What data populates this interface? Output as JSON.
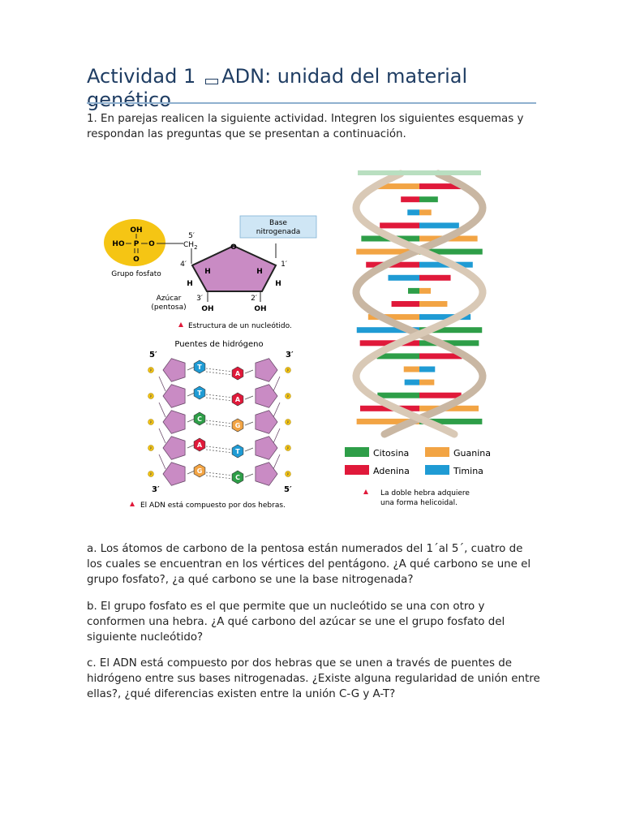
{
  "title": {
    "part1": "Actividad 1",
    "part2": "ADN: unidad del material genético"
  },
  "intro": "1. En parejas realicen la siguiente actividad. Integren los siguientes esquemas y respondan las preguntas que se presentan a continuación.",
  "nucleotide": {
    "oh_top": "OH",
    "ho": "HO",
    "p": "P",
    "o_bottom": "O",
    "o_right": "O",
    "c5": "5′",
    "ch2": "CH",
    "ch2_sub": "2",
    "ring_o": "O",
    "c4": "4′",
    "c1": "1′",
    "c3": "3′",
    "c2": "2′",
    "h": "H",
    "oh": "OH",
    "base_label": [
      "Base",
      "nitrogenada"
    ],
    "phosphate_label": "Grupo fosfato",
    "sugar_label": [
      "Azúcar",
      "(pentosa)"
    ],
    "caption": "Estructura de un nucleótido."
  },
  "strands": {
    "title": "Puentes de hidrógeno",
    "five_top": "5′",
    "three_top": "3′",
    "three_bottom": "3′",
    "five_bottom": "5′",
    "p": "P",
    "pairs": [
      {
        "left": "T",
        "right": "A"
      },
      {
        "left": "T",
        "right": "A"
      },
      {
        "left": "C",
        "right": "G"
      },
      {
        "left": "A",
        "right": "T"
      },
      {
        "left": "G",
        "right": "C"
      }
    ],
    "caption": "El ADN está compuesto por dos hebras."
  },
  "helix": {
    "legend": [
      {
        "label": "Citosina",
        "color": "#2e9e48"
      },
      {
        "label": "Guanina",
        "color": "#f2a444"
      },
      {
        "label": "Adenina",
        "color": "#e0193a"
      },
      {
        "label": "Timina",
        "color": "#1f9bd4"
      }
    ],
    "caption": [
      "La doble hebra adquiere",
      "una forma helicoidal."
    ]
  },
  "colors": {
    "T": "#1f9bd4",
    "A": "#e0193a",
    "C": "#2e9e48",
    "G": "#f2a444",
    "sugar": "#c98bc4",
    "phosphate": "#f5c514",
    "title": "#1f3d63",
    "marker": "#e0193a"
  },
  "questions": {
    "a": "a. Los átomos de carbono de la pentosa están numerados del 1´al 5´, cuatro de los cuales se encuentran en los vértices del pentágono. ¿A qué carbono se une el grupo fosfato?, ¿a qué carbono se une la base nitrogenada?",
    "b": "b. El grupo fosfato es el que permite que un nucleótido se una con otro y conformen una hebra. ¿A qué carbono del azúcar se une el grupo fosfato del siguiente nucleótido?",
    "c": "c. El ADN está compuesto por dos hebras que se unen a través de puentes de hidrógeno entre sus bases nitrogenadas. ¿Existe alguna regularidad de unión entre ellas?, ¿qué diferencias existen entre la unión C-G y A-T?"
  }
}
